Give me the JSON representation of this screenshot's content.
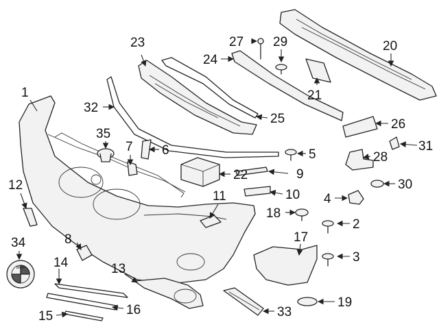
{
  "callouts": [
    "1",
    "2",
    "3",
    "4",
    "5",
    "6",
    "7",
    "8",
    "9",
    "10",
    "11",
    "12",
    "13",
    "14",
    "15",
    "16",
    "17",
    "18",
    "19",
    "20",
    "21",
    "22",
    "23",
    "24",
    "25",
    "26",
    "27",
    "28",
    "29",
    "30",
    "31",
    "32",
    "33",
    "34",
    "35"
  ],
  "logo_text": "BMW",
  "colors": {
    "line": "#222222",
    "background": "#ffffff",
    "part_fill": "#f2f2f2"
  }
}
